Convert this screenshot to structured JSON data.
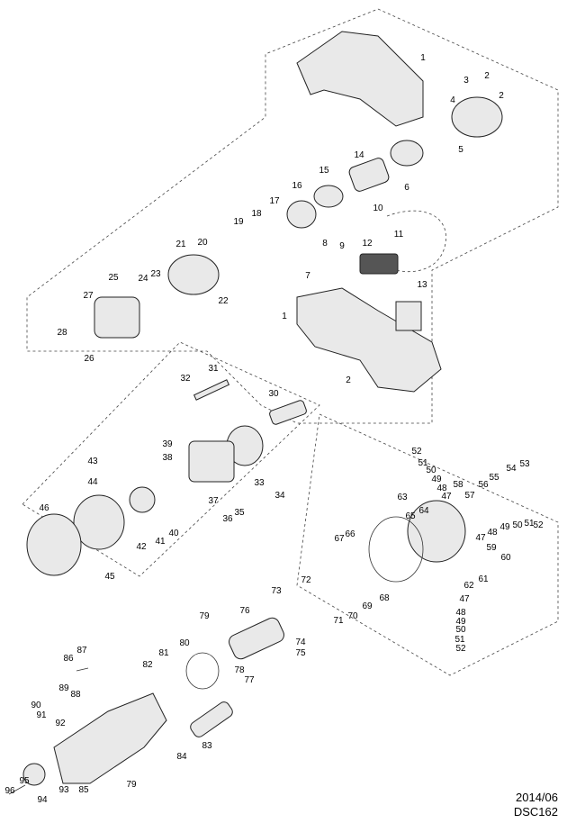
{
  "footer": {
    "date": "2014/06",
    "code": "DSC162"
  },
  "part_labels": [
    "1",
    "2",
    "3",
    "4",
    "2",
    "5",
    "6",
    "14",
    "15",
    "16",
    "10",
    "17",
    "18",
    "19",
    "11",
    "20",
    "21",
    "12",
    "8",
    "9",
    "7",
    "24",
    "23",
    "25",
    "22",
    "27",
    "13",
    "1",
    "28",
    "26",
    "2",
    "31",
    "32",
    "30",
    "39",
    "38",
    "37",
    "36",
    "35",
    "33",
    "34",
    "43",
    "44",
    "46",
    "42",
    "41",
    "40",
    "45",
    "52",
    "51",
    "50",
    "49",
    "48",
    "47",
    "58",
    "57",
    "56",
    "55",
    "54",
    "53",
    "63",
    "64",
    "65",
    "66",
    "67",
    "47",
    "48",
    "49",
    "50",
    "51",
    "52",
    "59",
    "60",
    "61",
    "62",
    "68",
    "69",
    "70",
    "71",
    "72",
    "73",
    "47",
    "48",
    "49",
    "50",
    "51",
    "52",
    "79",
    "76",
    "74",
    "75",
    "80",
    "81",
    "77",
    "78",
    "87",
    "86",
    "82",
    "88",
    "89",
    "90",
    "91",
    "92",
    "83",
    "84",
    "79",
    "96",
    "95",
    "94",
    "93",
    "85"
  ]
}
